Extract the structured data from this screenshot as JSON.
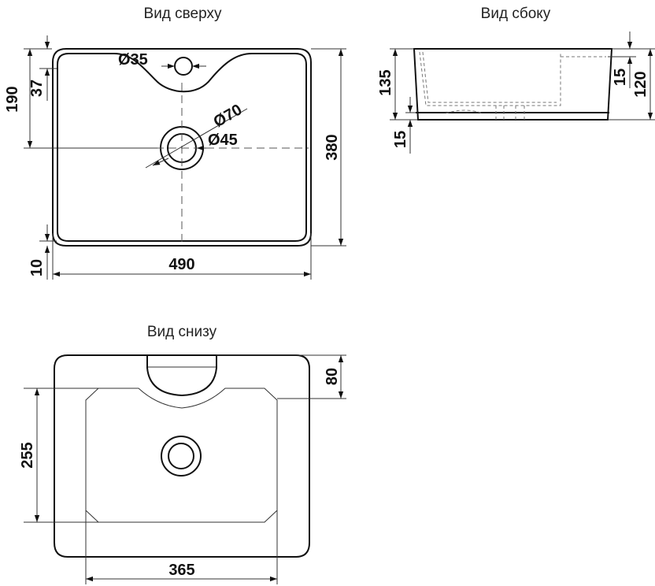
{
  "views": {
    "top": {
      "title": "Вид сверху"
    },
    "side": {
      "title": "Вид сбоку"
    },
    "bottom": {
      "title": "Вид снизу"
    }
  },
  "dimensions": {
    "top": {
      "overflow_diameter": "Ø35",
      "drain_outer_diameter": "Ø70",
      "drain_inner_diameter": "Ø45",
      "height_to_drain": "190",
      "overflow_offset": "37",
      "total_height": "380",
      "rim_offset": "10",
      "width": "490"
    },
    "side": {
      "total_height": "135",
      "base_height": "15",
      "top_step": "15",
      "bowl_height": "120"
    },
    "bottom": {
      "top_offset": "80",
      "base_height": "255",
      "base_width": "365"
    }
  }
}
